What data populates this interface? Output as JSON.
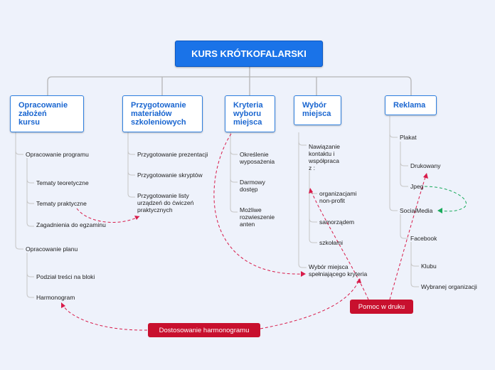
{
  "root": {
    "title": "KURS KRÓTKOFALARSKI"
  },
  "branches": [
    {
      "title": "Opracowanie\nzałożeń\nkursu",
      "children": [
        {
          "label": "Opracowanie programu",
          "children": [
            "Tematy teoretyczne",
            "Tematy praktyczne",
            "Zagadnienia do egzaminu"
          ]
        },
        {
          "label": "Opracowanie planu",
          "children": [
            "Podział treści na bloki",
            "Harmonogram"
          ]
        }
      ]
    },
    {
      "title": "Przygotowanie\nmateriałów\nszkoleniowych",
      "children": [
        "Przygotowanie prezentacji",
        "Przygotowanie skryptów",
        "Przygotowanie listy\nurządzeń do ćwiczeń\npraktycznych"
      ]
    },
    {
      "title": "Kryteria\nwyboru\nmiejsca",
      "children": [
        "Określenie\nwyposażenia",
        "Darmowy\ndostęp",
        "Możliwe\nrozwieszenie\nanten"
      ]
    },
    {
      "title": "Wybór\nmiejsca",
      "children": [
        {
          "label": "Nawiązanie\nkontaktu i\nwspółpraca\nz :",
          "children": [
            "organizacjami\nnon-profit",
            "samorządem",
            "szkołami"
          ]
        },
        {
          "label": "Wybór miejsca\nspełniającego kryteria",
          "children": []
        }
      ]
    },
    {
      "title": "Reklama",
      "children": [
        {
          "label": "Plakat",
          "children": [
            "Drukowany",
            "Jpeg"
          ]
        },
        {
          "label": "SocialMedia",
          "children": [
            {
              "label": "Facebook",
              "children": [
                "Klubu",
                "Wybranej organizacji"
              ]
            }
          ]
        }
      ]
    }
  ],
  "callouts": {
    "dostosowanie": "Dostosowanie harmonogramu",
    "pomoc": "Pomoc w druku"
  },
  "colors": {
    "background": "#eef2fb",
    "root_fill": "#1a73e8",
    "branch_border": "#2f80e0",
    "branch_text": "#1a66d0",
    "connector": "#b5b5b5",
    "relation_red": "#d81b4a",
    "relation_green": "#1aab5c",
    "callout_fill": "#c8102e"
  }
}
